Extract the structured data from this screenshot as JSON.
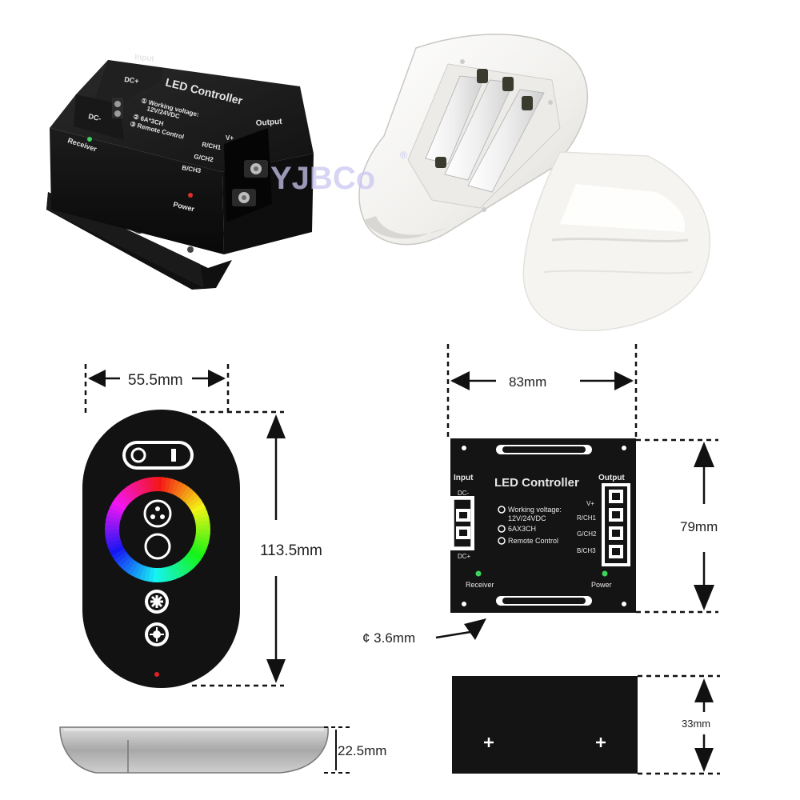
{
  "photo_controller": {
    "title": "LED Controller",
    "input": "Input",
    "output": "Output",
    "dc_plus": "DC+",
    "dc_minus": "DC-",
    "spec1": "① Working voltage:",
    "spec1b": "12V/24VDC",
    "spec2": "② 6A*3CH",
    "spec3": "③ Remote Control",
    "vplus": "V+",
    "ch1": "R/CH1",
    "ch2": "G/CH2",
    "ch3": "B/CH3",
    "receiver": "Receiver",
    "power": "Power"
  },
  "watermark": {
    "text": "YJBCo",
    "mark": "®"
  },
  "remote_drawing": {
    "width_label": "55.5mm",
    "height_label": "113.5mm",
    "thickness_label": "22.5mm"
  },
  "controller_drawing": {
    "width_label": "83mm",
    "height_label": "79mm",
    "depth_label": "33mm",
    "hole_label": "¢ 3.6mm",
    "title": "LED Controller",
    "input": "Input",
    "output": "Output",
    "dc_minus": "DC-",
    "dc_plus": "DC+",
    "spec1": "Working voltage:",
    "spec1b": "12V/24VDC",
    "spec2": "6AX3CH",
    "spec3": "Remote Control",
    "vplus": "V+",
    "ch1": "R/CH1",
    "ch2": "G/CH2",
    "ch3": "B/CH3",
    "receiver": "Receiver",
    "power": "Power"
  },
  "colors": {
    "device": "#141414",
    "device_edge": "#2a2a2a",
    "label_text": "#e8e8e8",
    "plastic": "#f2f1ee",
    "plastic_shade": "#d9d8d4",
    "watermark": "#c9c6f0",
    "dim_line": "#111111"
  }
}
